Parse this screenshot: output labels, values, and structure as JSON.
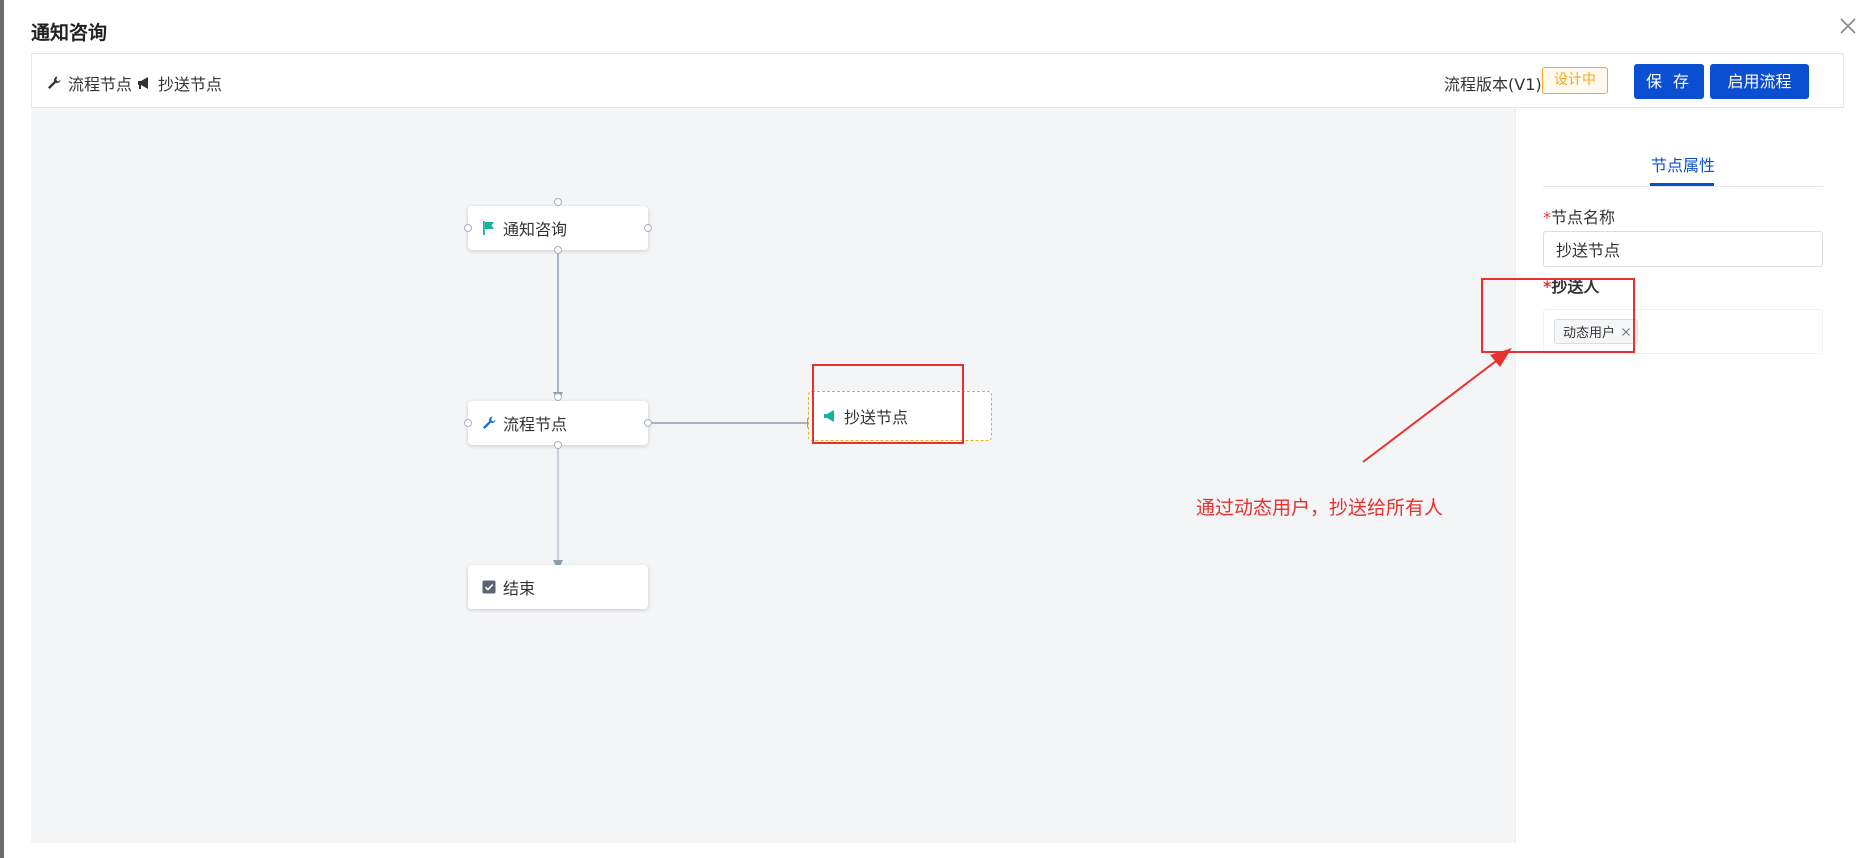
{
  "dialog": {
    "title": "通知咨询"
  },
  "toolbar": {
    "tools": [
      {
        "label": "流程节点",
        "icon": "wrench-icon"
      },
      {
        "label": "抄送节点",
        "icon": "megaphone-icon"
      }
    ],
    "version_label": "流程版本(V1)",
    "status": "设计中",
    "save_label": "保 存",
    "start_label": "启用流程"
  },
  "canvas": {
    "nodes": [
      {
        "label": "通知咨询",
        "icon": "flag-icon",
        "icon_color": "#14b39b"
      },
      {
        "label": "流程节点",
        "icon": "wrench-icon",
        "icon_color": "#1f6fe5"
      },
      {
        "label": "抄送节点",
        "icon": "megaphone-icon",
        "icon_color": "#14b39b",
        "selected": true
      },
      {
        "label": "结束",
        "icon": "checkbox-icon",
        "icon_color": "#5a6474"
      }
    ],
    "annotation": "通过动态用户，抄送给所有人"
  },
  "panel": {
    "tab": "节点属性",
    "name_label": "节点名称",
    "name_value": "抄送节点",
    "cc_label": "抄送人",
    "cc_tags": [
      "动态用户"
    ]
  },
  "colors": {
    "primary": "#0a4fd1",
    "warning": "#f5a623",
    "annotation_red": "#e8312f",
    "canvas_bg": "#f4f5f7"
  }
}
